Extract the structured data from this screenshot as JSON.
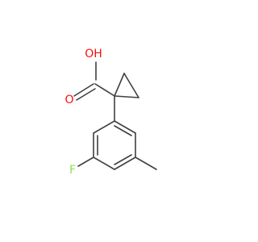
{
  "molecule": {
    "atoms": {
      "hydroxyl": "OH",
      "carbonyl_oxygen": "O",
      "fluorine": "F"
    },
    "colors": {
      "bond": "#404040",
      "oxygen": "#ff0d0d",
      "fluorine": "#90e050",
      "background": "#ffffff"
    }
  }
}
